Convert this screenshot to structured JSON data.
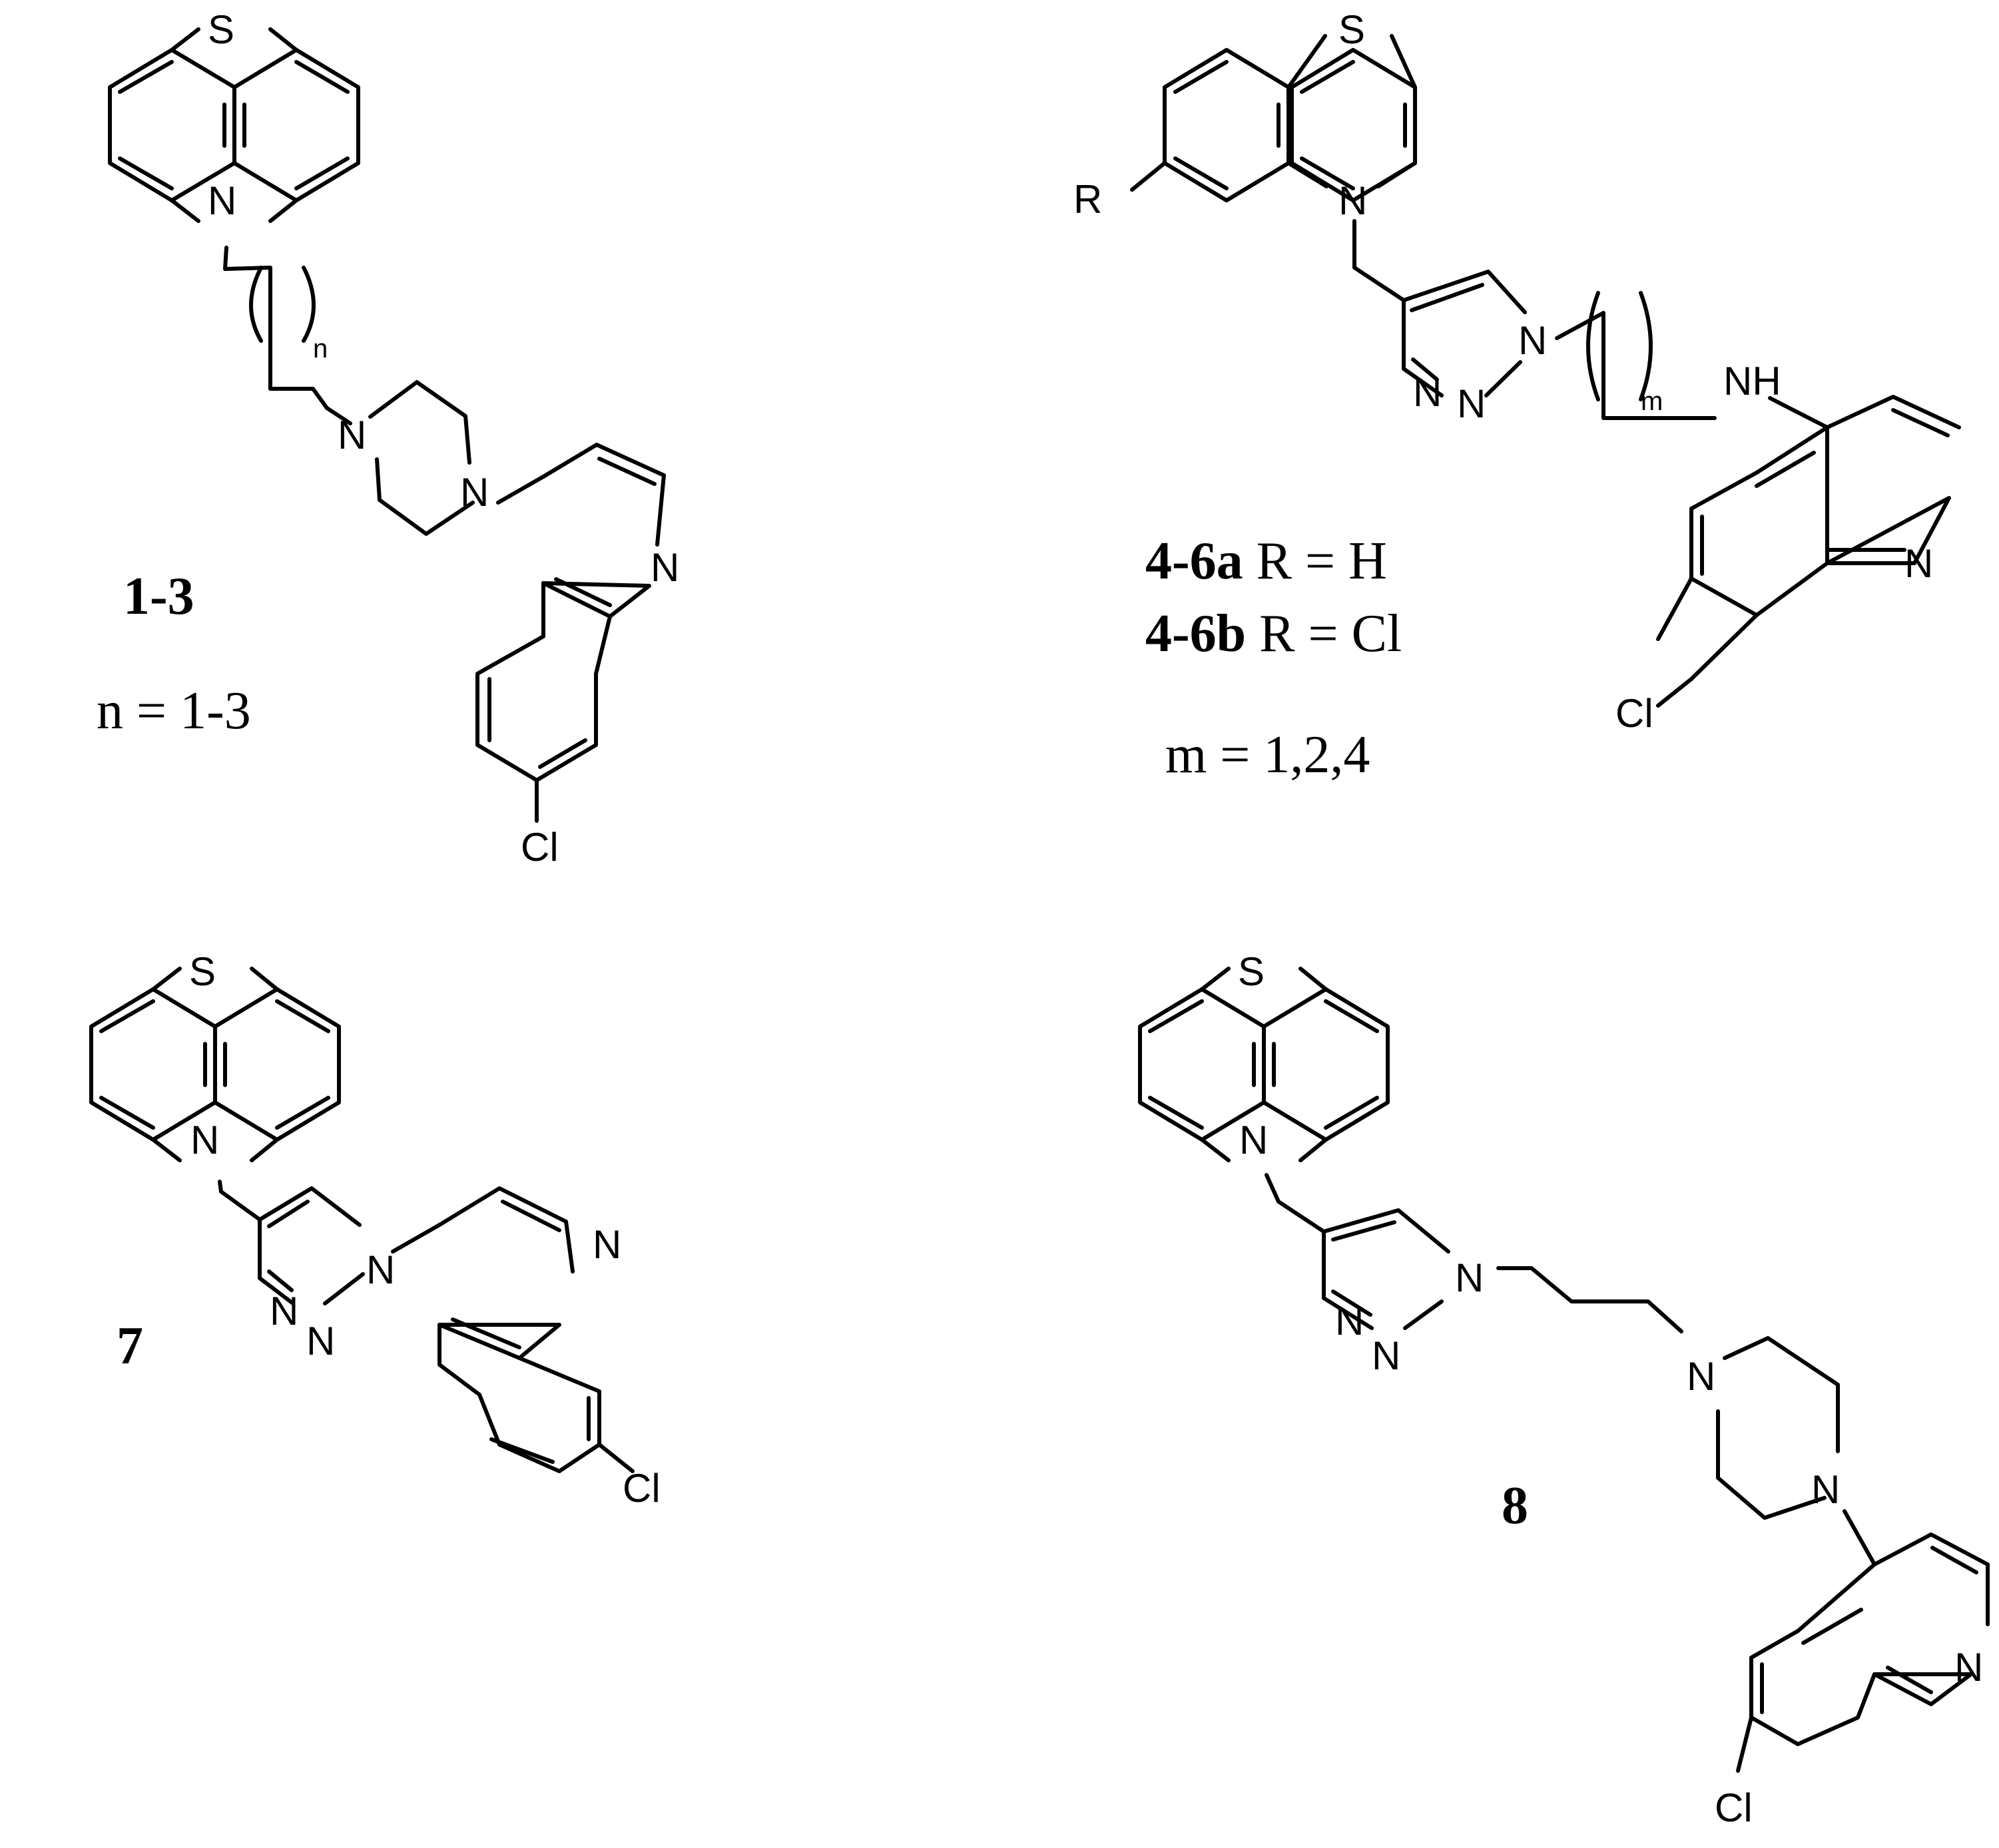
{
  "atoms": {
    "S": "S",
    "N": "N",
    "Cl": "Cl",
    "R": "R",
    "NH": "NH",
    "n": "n",
    "m": "m"
  },
  "compounds": {
    "c1": {
      "number": "1-3",
      "condition": "n = 1-3"
    },
    "c4": {
      "variant_a": {
        "number": "4-6a",
        "definition": " R = H"
      },
      "variant_b": {
        "number": "4-6b",
        "definition": " R = Cl"
      },
      "condition": "m = 1,2,4"
    },
    "c7": {
      "number": "7"
    },
    "c8": {
      "number": "8"
    }
  }
}
